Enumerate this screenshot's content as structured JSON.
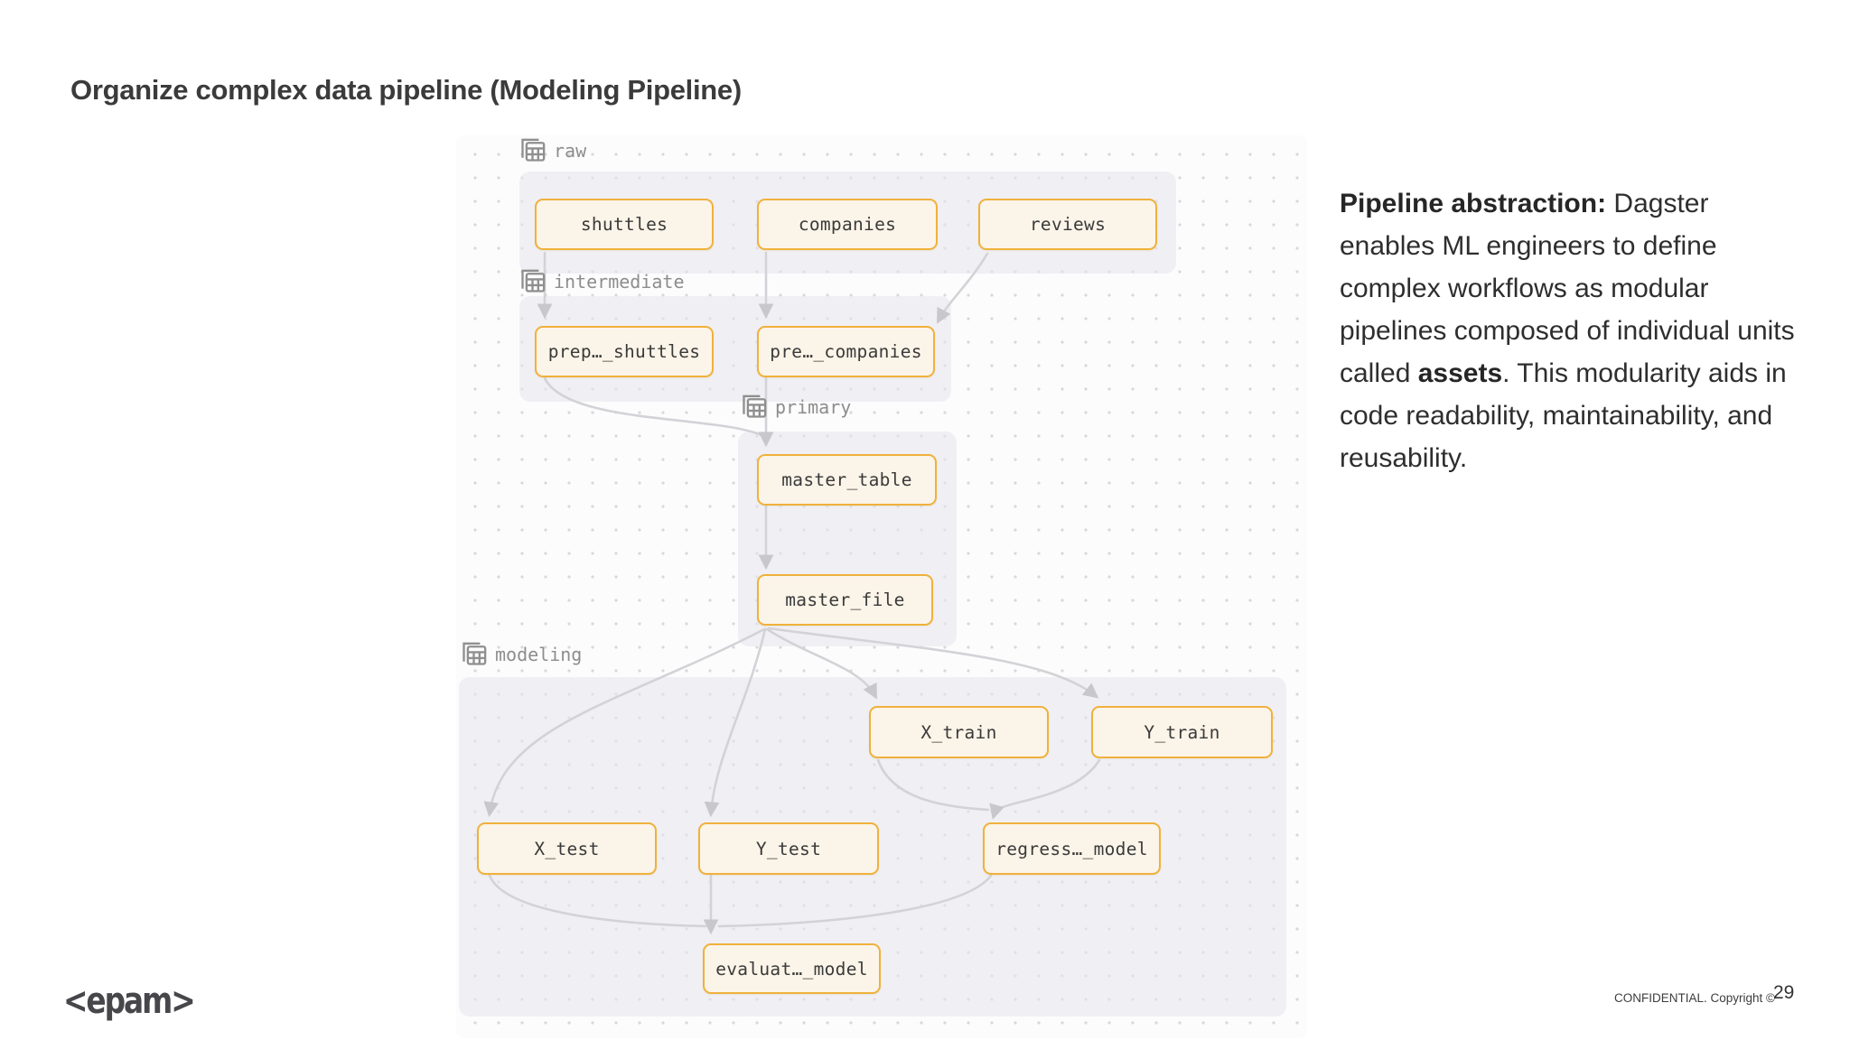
{
  "slide": {
    "title": "Organize complex data pipeline (Modeling Pipeline)",
    "description": {
      "bold_lead": "Pipeline abstraction:",
      "text_1": " Dagster enables ML engineers to define complex workflows as modular pipelines composed of individual units called ",
      "bold_word": "assets",
      "text_2": ". This modularity aids in code readability, maintainability, and reusability."
    },
    "footer": {
      "logo": "<epam>",
      "confidential": "CONFIDENTIAL. Copyright ©",
      "page_number": "29"
    }
  },
  "diagram": {
    "groups": [
      {
        "id": "raw",
        "label": "raw"
      },
      {
        "id": "intermediate",
        "label": "intermediate"
      },
      {
        "id": "primary",
        "label": "primary"
      },
      {
        "id": "modeling",
        "label": "modeling"
      }
    ],
    "nodes": [
      {
        "id": "shuttles",
        "label": "shuttles",
        "group": "raw"
      },
      {
        "id": "companies",
        "label": "companies",
        "group": "raw"
      },
      {
        "id": "reviews",
        "label": "reviews",
        "group": "raw"
      },
      {
        "id": "prep_shuttles",
        "label": "prep…_shuttles",
        "group": "intermediate"
      },
      {
        "id": "pre_companies",
        "label": "pre…_companies",
        "group": "intermediate"
      },
      {
        "id": "master_table",
        "label": "master_table",
        "group": "primary"
      },
      {
        "id": "master_file",
        "label": "master_file",
        "group": "primary"
      },
      {
        "id": "x_train",
        "label": "X_train",
        "group": "modeling"
      },
      {
        "id": "y_train",
        "label": "Y_train",
        "group": "modeling"
      },
      {
        "id": "x_test",
        "label": "X_test",
        "group": "modeling"
      },
      {
        "id": "y_test",
        "label": "Y_test",
        "group": "modeling"
      },
      {
        "id": "regression_model",
        "label": "regress…_model",
        "group": "modeling"
      },
      {
        "id": "evaluation_model",
        "label": "evaluat…_model",
        "group": "modeling"
      }
    ],
    "edges": [
      {
        "from": "shuttles",
        "to": "prep_shuttles"
      },
      {
        "from": "companies",
        "to": "pre_companies"
      },
      {
        "from": "reviews",
        "to": "pre_companies"
      },
      {
        "from": "prep_shuttles",
        "to": "master_table"
      },
      {
        "from": "pre_companies",
        "to": "master_table"
      },
      {
        "from": "master_table",
        "to": "master_file"
      },
      {
        "from": "master_file",
        "to": "x_test"
      },
      {
        "from": "master_file",
        "to": "y_test"
      },
      {
        "from": "master_file",
        "to": "x_train"
      },
      {
        "from": "master_file",
        "to": "y_train"
      },
      {
        "from": "x_train",
        "to": "regression_model"
      },
      {
        "from": "y_train",
        "to": "regression_model"
      },
      {
        "from": "x_test",
        "to": "evaluation_model"
      },
      {
        "from": "y_test",
        "to": "evaluation_model"
      },
      {
        "from": "regression_model",
        "to": "evaluation_model"
      }
    ],
    "colors": {
      "node_border": "#f0b13c",
      "node_fill": "#fbf4e8",
      "group_fill": "#ebebf0",
      "edge": "#d3d3d7",
      "group_label": "#8d8d8d"
    }
  }
}
